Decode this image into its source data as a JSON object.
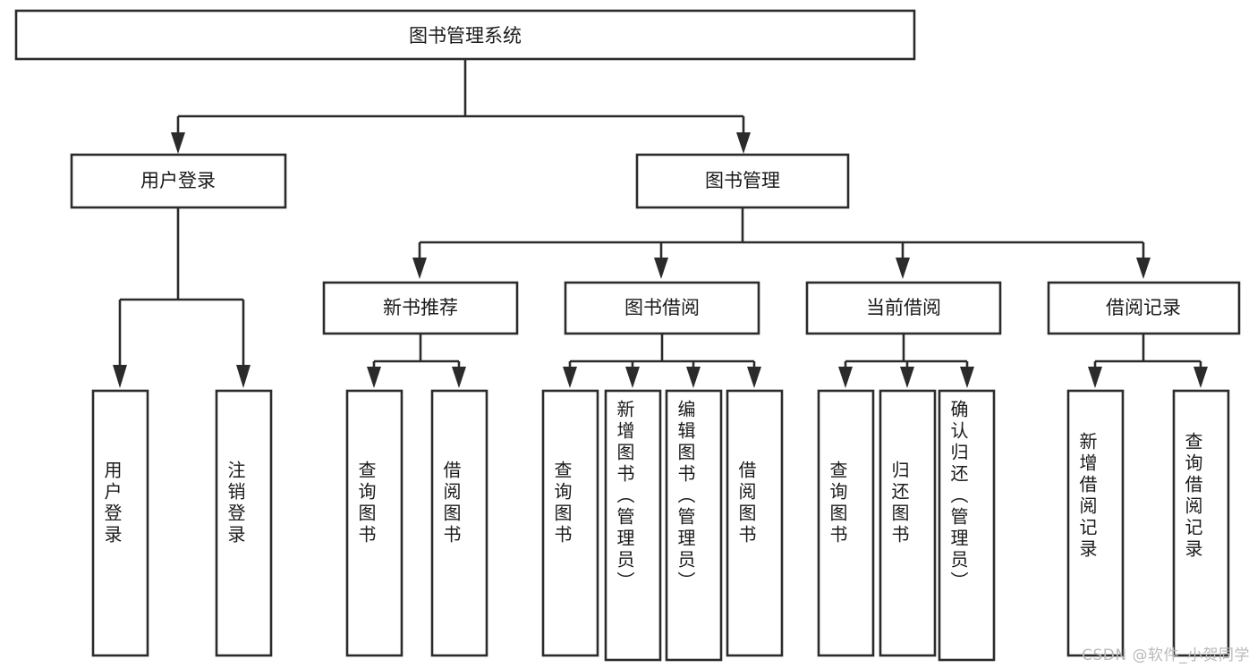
{
  "diagram": {
    "title": "图书管理系统",
    "type": "tree-hierarchy-diagram",
    "colors": {
      "background": "#ffffff",
      "stroke": "#2b2b2b",
      "text": "#1a1a1a",
      "watermark": "#b9b9b9"
    },
    "levels": {
      "root_label": "图书管理系统",
      "level2": [
        "用户登录",
        "图书管理"
      ],
      "level3": [
        "新书推荐",
        "图书借阅",
        "当前借阅",
        "借阅记录"
      ]
    },
    "nodes": {
      "root": {
        "label": "图书管理系统"
      },
      "user_login": {
        "label": "用户登录"
      },
      "book_manage": {
        "label": "图书管理"
      },
      "new_book_rec": {
        "label": "新书推荐"
      },
      "book_borrow": {
        "label": "图书借阅"
      },
      "current_borrow": {
        "label": "当前借阅"
      },
      "borrow_record": {
        "label": "借阅记录"
      }
    },
    "leaves": {
      "user_login": [
        "用户登录",
        "注销登录"
      ],
      "new_book_rec": [
        "查询图书",
        "借阅图书"
      ],
      "book_borrow": [
        "查询图书",
        "新增图书（管理员）",
        "编辑图书（管理员）",
        "借阅图书"
      ],
      "current_borrow": [
        "查询图书",
        "归还图书",
        "确认归还（管理员）"
      ],
      "borrow_record": [
        "新增借阅记录",
        "查询借阅记录"
      ]
    }
  },
  "watermark": {
    "text": "CSDN @软件_小贺同学"
  }
}
